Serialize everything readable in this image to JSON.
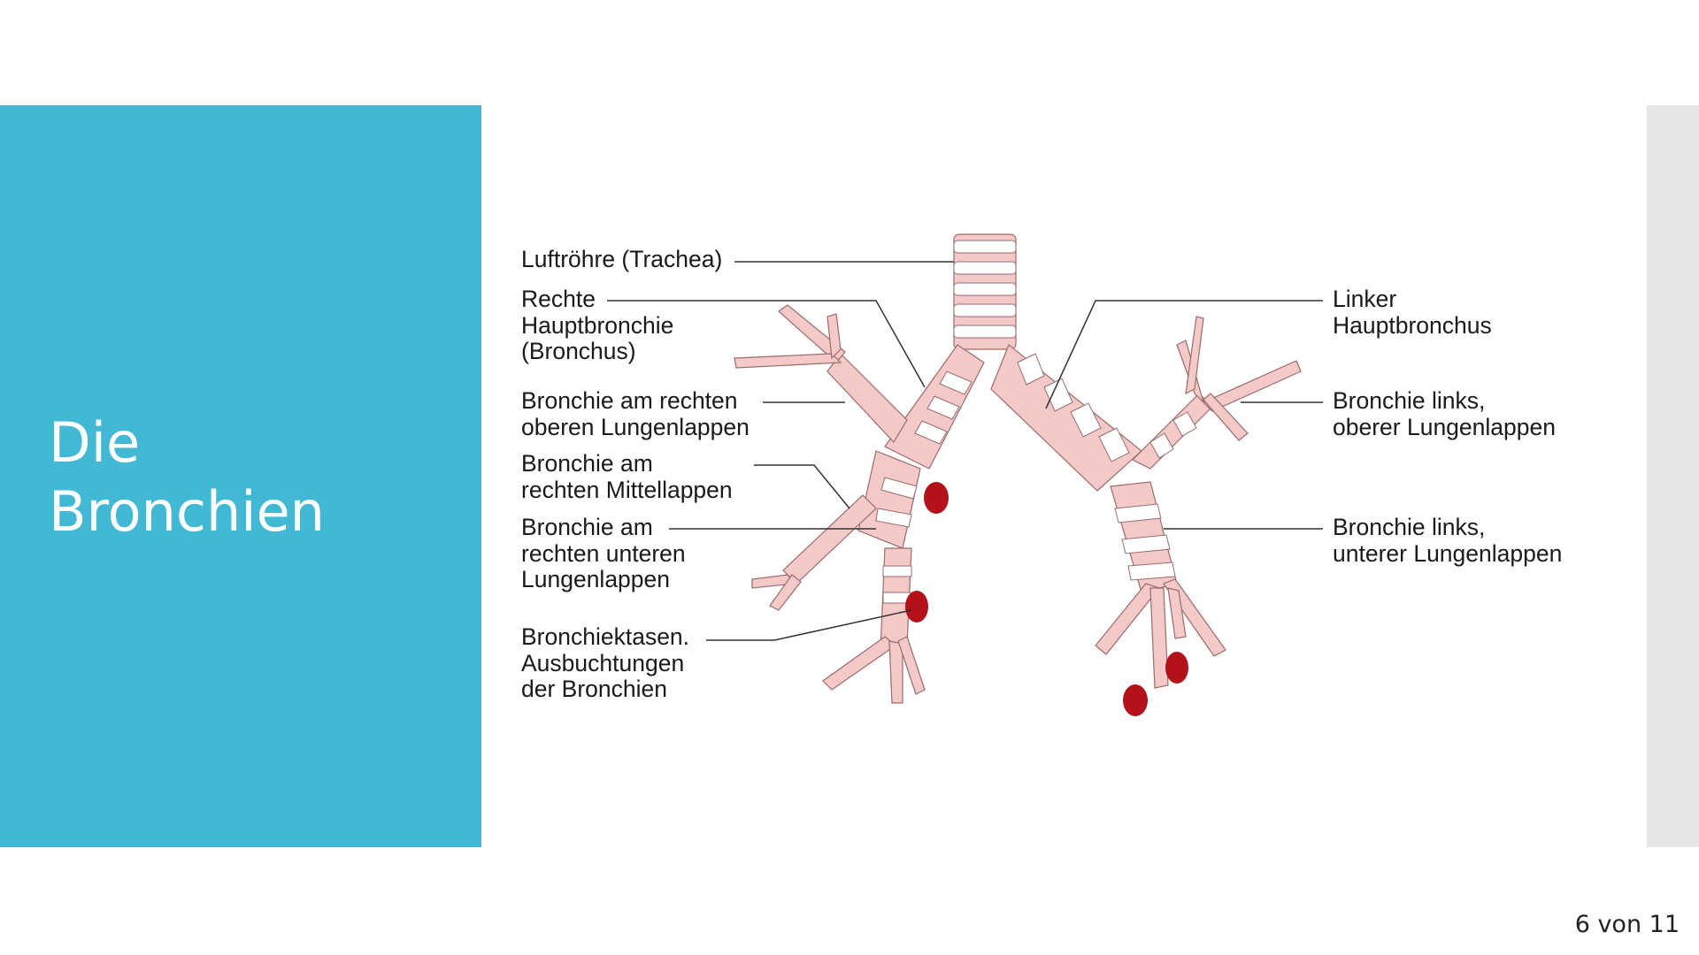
{
  "slide": {
    "title_lines": [
      "Die",
      "Bronchien"
    ],
    "page_indicator": "6 von 11"
  },
  "diagram": {
    "colors": {
      "panel": "#41b9d5",
      "bronchi_fill": "#f6c9c9",
      "bronchi_rings": "#ffffff",
      "bronchiectasis": "#b3121a",
      "leader_line": "#333333"
    },
    "labels": {
      "trachea": [
        "Luftröhre (Trachea)"
      ],
      "right_main": [
        "Rechte",
        "Hauptbronchie",
        "(Bronchus)"
      ],
      "right_upper": [
        "Bronchie am rechten",
        "oberen Lungenlappen"
      ],
      "right_middle": [
        "Bronchie am",
        "rechten Mittellappen"
      ],
      "right_lower": [
        "Bronchie am",
        "rechten unteren",
        "Lungenlappen"
      ],
      "bronchiectasis": [
        "Bronchiektasen.",
        "Ausbuchtungen",
        "der Bronchien"
      ],
      "left_main": [
        "Linker",
        "Hauptbronchus"
      ],
      "left_upper": [
        "Bronchie links,",
        "oberer Lungenlappen"
      ],
      "left_lower": [
        "Bronchie links,",
        "unterer Lungenlappen"
      ]
    }
  }
}
